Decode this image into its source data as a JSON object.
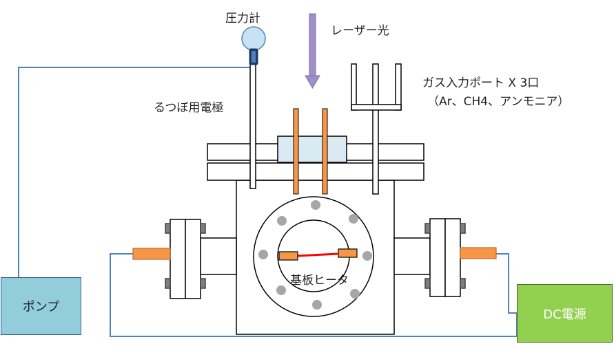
{
  "labels": {
    "pressure_gauge": "圧力計",
    "laser": "レーザー光",
    "gas_ports": "ガス入力ポート  X  3口",
    "gas_types": "（Ar、CH4、アンモニア）",
    "crucible_electrode": "るつぼ用電極",
    "substrate_heater": "基板ヒータ",
    "pump": "ポンプ",
    "dc_power": "DC電源"
  },
  "colors": {
    "outline": "#000000",
    "pipe": "#4f81bd",
    "electrode": "#f79646",
    "heater_line": "#ff0000",
    "laser_arrow": "#9e8fc7",
    "pump_fill": "#92cddc",
    "dc_fill": "#92d050",
    "bolt": "#a6a6a6",
    "window_plate": "#d9eaf2"
  }
}
